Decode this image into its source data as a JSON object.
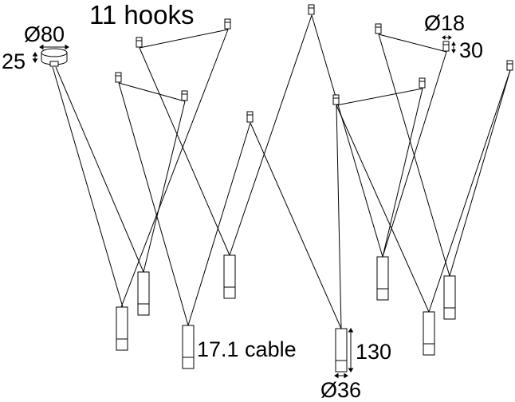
{
  "labels": {
    "hooks": "11 hooks",
    "canopy_diameter": "Ø80",
    "canopy_height": "25",
    "hook_diameter": "Ø18",
    "hook_height": "30",
    "cable_length": "17.1 cable",
    "lamp_height": "130",
    "lamp_diameter": "Ø36"
  },
  "colors": {
    "line": "#000000",
    "background": "#ffffff"
  }
}
